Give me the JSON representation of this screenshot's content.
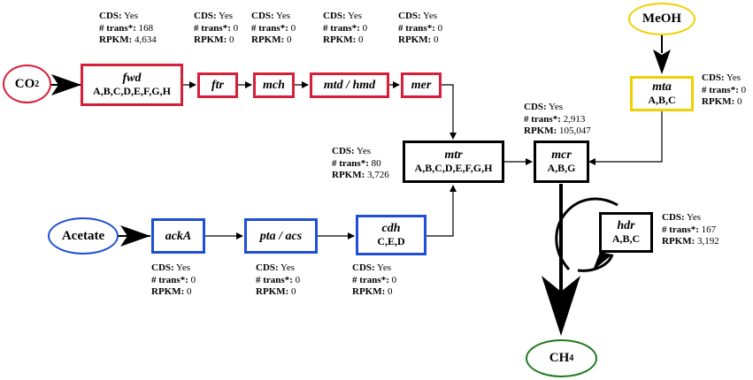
{
  "colors": {
    "bacterial_red": "#d6203a",
    "acetate_blue": "#1f4fd6",
    "methanol_yellow": "#f0d000",
    "methane_green": "#1f7a1f",
    "core_black": "#000000"
  },
  "labels": {
    "cds": "CDS:",
    "trans": "# trans*:",
    "rpkm": "RPKM:"
  },
  "substrates": {
    "co2": {
      "main": "CO",
      "sub": "2"
    },
    "meoh": {
      "text": "MeOH"
    },
    "acetate": {
      "text": "Acetate"
    },
    "ch4": {
      "main": "CH",
      "sub": "4"
    }
  },
  "genes": {
    "fwd": {
      "name": "fwd",
      "subunits": "A,B,C,D,E,F,G,H",
      "cds": "Yes",
      "trans": "168",
      "rpkm": "4,634"
    },
    "ftr": {
      "name": "ftr",
      "cds": "Yes",
      "trans": "0",
      "rpkm": "0"
    },
    "mch": {
      "name": "mch",
      "cds": "Yes",
      "trans": "0",
      "rpkm": "0"
    },
    "mtd_hmd": {
      "name": "mtd / hmd",
      "cds": "Yes",
      "trans": "0",
      "rpkm": "0"
    },
    "mer": {
      "name": "mer",
      "cds": "Yes",
      "trans": "0",
      "rpkm": "0"
    },
    "mta": {
      "name": "mta",
      "subunits": "A,B,C",
      "cds": "Yes",
      "trans": "0",
      "rpkm": "0"
    },
    "mtr": {
      "name": "mtr",
      "subunits": "A,B,C,D,E,F,G,H",
      "cds": "Yes",
      "trans": "80",
      "rpkm": "3,726"
    },
    "mcr": {
      "name": "mcr",
      "subunits": "A,B,G",
      "cds": "Yes",
      "trans": "2,913",
      "rpkm": "105,047"
    },
    "hdr": {
      "name": "hdr",
      "subunits": "A,B,C",
      "cds": "Yes",
      "trans": "167",
      "rpkm": "3,192"
    },
    "ackA": {
      "name": "ackA",
      "cds": "Yes",
      "trans": "0",
      "rpkm": "0"
    },
    "pta_acs": {
      "name": "pta / acs",
      "cds": "Yes",
      "trans": "0",
      "rpkm": "0"
    },
    "cdh": {
      "name": "cdh",
      "subunits": "C,E,D",
      "cds": "Yes",
      "trans": "0",
      "rpkm": "0"
    }
  }
}
